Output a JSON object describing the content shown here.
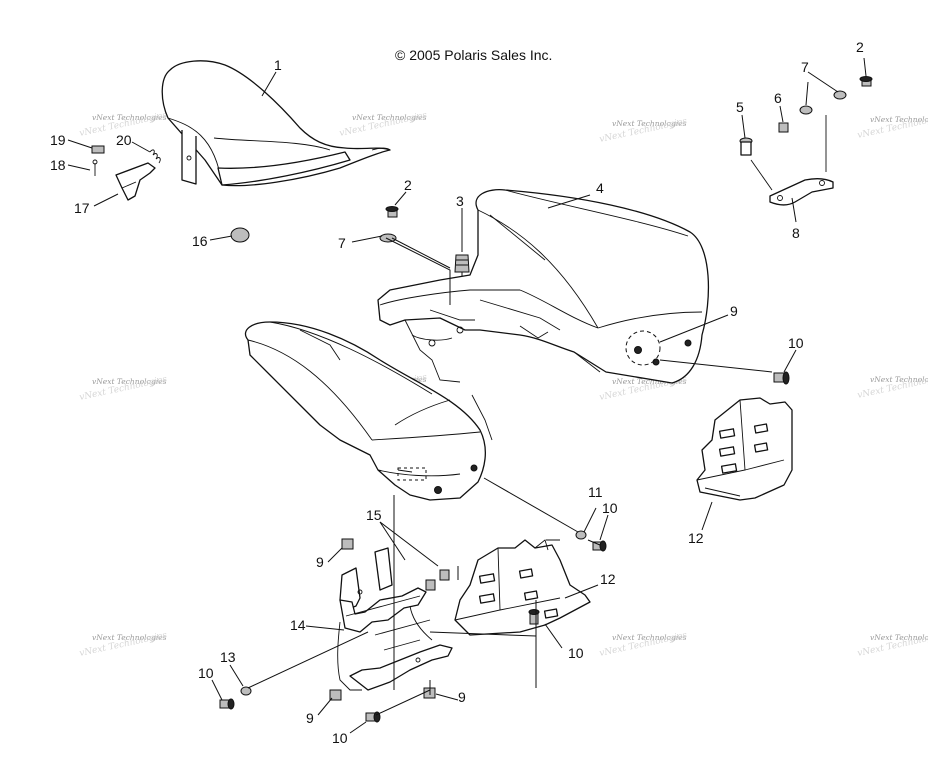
{
  "copyright": "© 2005 Polaris Sales Inc.",
  "watermark": "vNext Technologies",
  "callouts": [
    {
      "id": "c1",
      "text": "1"
    },
    {
      "id": "c2a",
      "text": "2"
    },
    {
      "id": "c2b",
      "text": "2"
    },
    {
      "id": "c3",
      "text": "3"
    },
    {
      "id": "c4",
      "text": "4"
    },
    {
      "id": "c5",
      "text": "5"
    },
    {
      "id": "c6",
      "text": "6"
    },
    {
      "id": "c7a",
      "text": "7"
    },
    {
      "id": "c7b",
      "text": "7"
    },
    {
      "id": "c8",
      "text": "8"
    },
    {
      "id": "c9a",
      "text": "9"
    },
    {
      "id": "c9b",
      "text": "9"
    },
    {
      "id": "c9c",
      "text": "9"
    },
    {
      "id": "c9d",
      "text": "9"
    },
    {
      "id": "c10a",
      "text": "10"
    },
    {
      "id": "c10b",
      "text": "10"
    },
    {
      "id": "c10c",
      "text": "10"
    },
    {
      "id": "c10d",
      "text": "10"
    },
    {
      "id": "c10e",
      "text": "10"
    },
    {
      "id": "c11",
      "text": "11"
    },
    {
      "id": "c12a",
      "text": "12"
    },
    {
      "id": "c12b",
      "text": "12"
    },
    {
      "id": "c13",
      "text": "13"
    },
    {
      "id": "c14",
      "text": "14"
    },
    {
      "id": "c15",
      "text": "15"
    },
    {
      "id": "c16",
      "text": "16"
    },
    {
      "id": "c17",
      "text": "17"
    },
    {
      "id": "c18",
      "text": "18"
    },
    {
      "id": "c19",
      "text": "19"
    },
    {
      "id": "c20",
      "text": "20"
    }
  ]
}
